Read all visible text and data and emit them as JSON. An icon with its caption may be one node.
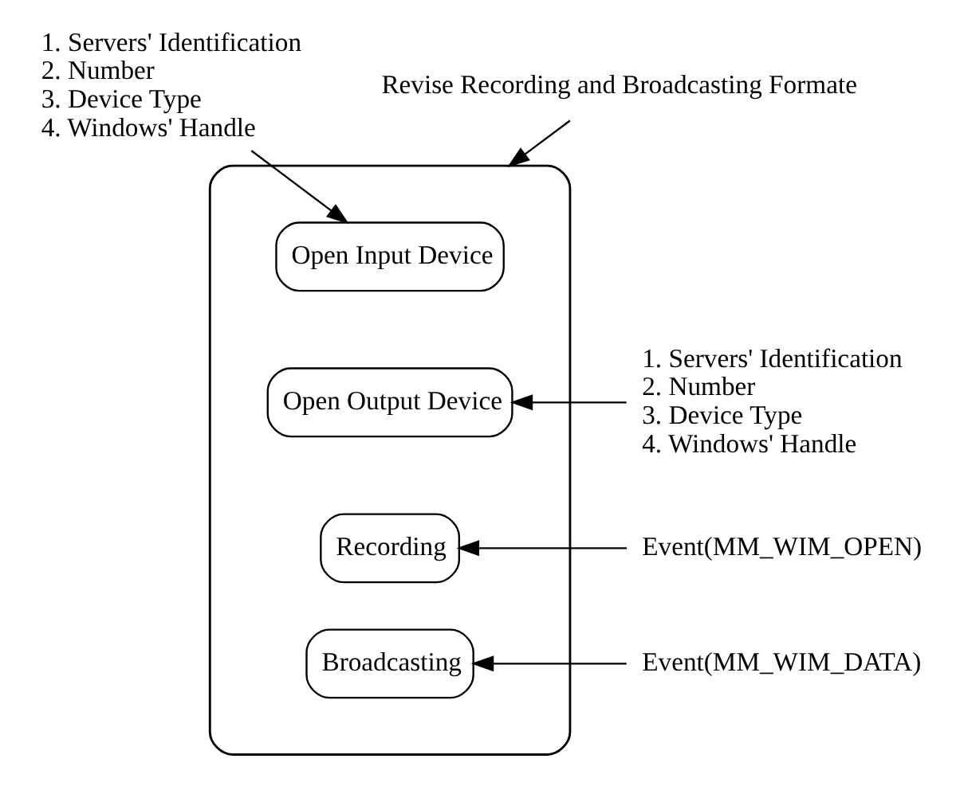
{
  "diagram": {
    "nodes": [
      {
        "text": [
          "1. Servers' Identification",
          "2. Number",
          "3. Device Type",
          "4. Windows' Handle"
        ]
      },
      {
        "text": [
          "Revise Recording and Broadcasting Formate"
        ]
      },
      {
        "text": [],
        "shape": "ellipse"
      },
      {
        "text": [
          "Open Input Device"
        ],
        "in": 2
      },
      {
        "text": [
          "Open Output Device"
        ],
        "in": 2
      },
      {
        "text": [
          "Recording"
        ],
        "in": 2
      },
      {
        "text": [
          "Broadcasting"
        ],
        "in": 2
      },
      {
        "text": [
          "1. Servers' Identification",
          "2. Number",
          "3. Device Type",
          "4. Windows' Handle"
        ]
      },
      {
        "text": [
          "Event(MM_WIM_OPEN)"
        ]
      },
      {
        "text": [
          "Event(MM_WIM_DATA)"
        ]
      }
    ],
    "edges": [
      {
        "from": 0,
        "to": 3,
        "arrow": "to"
      },
      {
        "from": 1,
        "to": 2,
        "arrow": "to"
      },
      {
        "from": 7,
        "to": 4,
        "arrow": "to"
      },
      {
        "from": 8,
        "to": 5,
        "arrow": "to"
      },
      {
        "from": 9,
        "to": 6,
        "arrow": "to"
      }
    ]
  }
}
